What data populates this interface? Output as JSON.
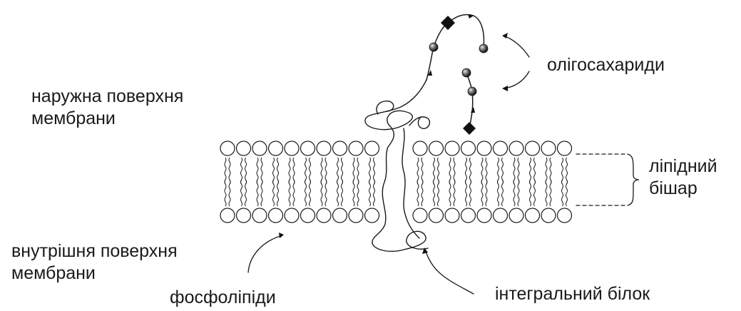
{
  "labels": {
    "outer_surface": [
      "наружна поверхня",
      "мембрани"
    ],
    "inner_surface": [
      "внутрішня поверхня",
      "мембрани"
    ],
    "oligosaccharides": "олігосахариди",
    "lipid_bilayer": [
      "ліпідний",
      "бішар"
    ],
    "phospholipids": "фосфоліпіди",
    "integral_protein": "інтегральний білок"
  },
  "colors": {
    "line": "#1a1a1a",
    "head_fill": "#ffffff",
    "sugar_fill": "#444444"
  }
}
